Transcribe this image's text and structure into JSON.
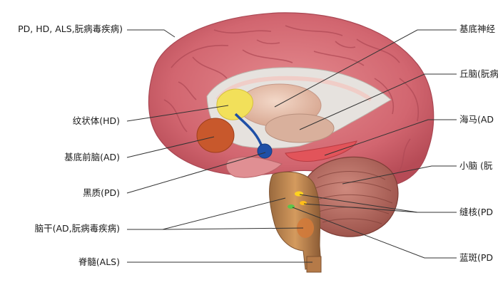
{
  "labels": {
    "left": {
      "cortex": "PD, HD, ALS,朊病毒疾病)",
      "striatum": "纹状体(HD)",
      "basal_forebrain": "基底前脑(AD)",
      "substantia_nigra": "黑质(PD)",
      "brainstem": "脑干(AD,朊病毒疾病)",
      "spinal_cord": "脊髓(ALS)"
    },
    "right": {
      "basal_ganglia": "基底神经",
      "thalamus": "丘脑(朊病",
      "hippocampus": "海马(AD",
      "cerebellum": "小脑 (朊",
      "raphe": "缝核(PD",
      "locus_coeruleus": "蓝斑(PD"
    }
  },
  "colors": {
    "cortex": "#d9727a",
    "cortex_dark": "#b44a55",
    "corpus_callosum": "#e9e4de",
    "thalamus": "#e9c4b0",
    "striatum": "#f1e15a",
    "blue_nucleus": "#1f4fa6",
    "cerebellum": "#b86a60",
    "brainstem": "#d79a5a",
    "orange_nucleus": "#cc5a2c"
  }
}
